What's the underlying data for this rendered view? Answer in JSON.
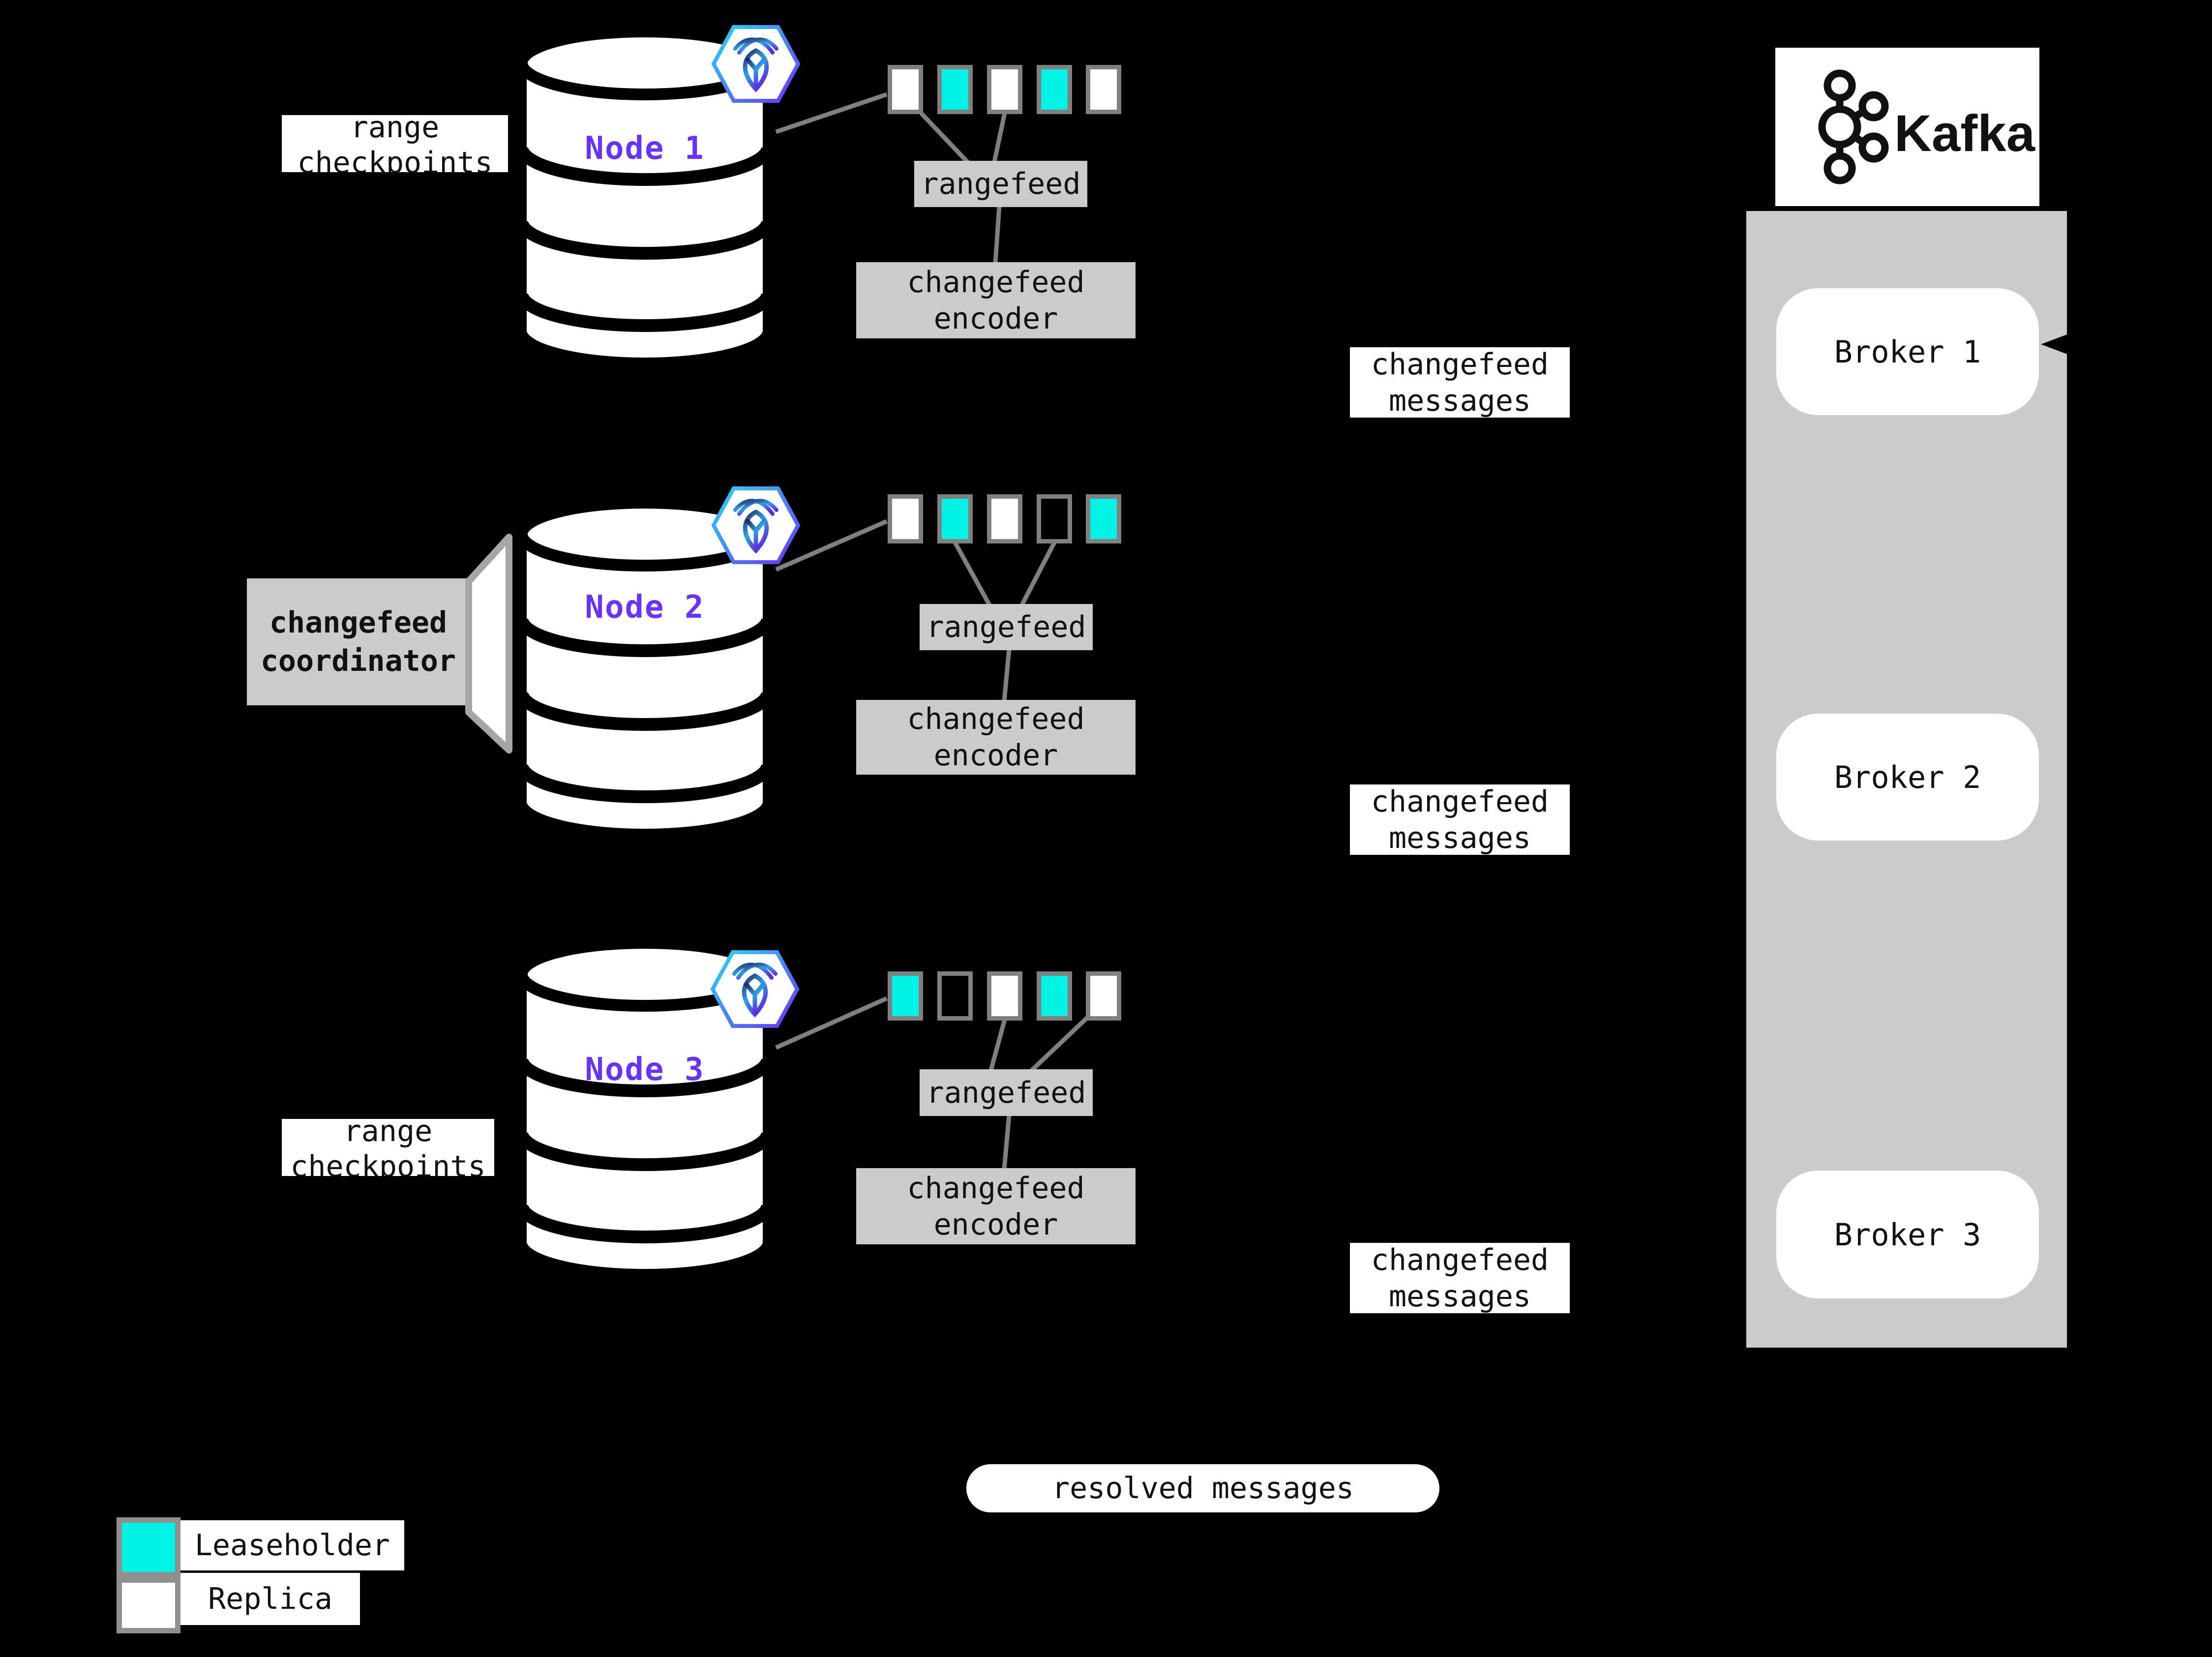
{
  "diagram": {
    "checkpoint_label": {
      "line1": "range",
      "line2": "checkpoints"
    },
    "coordinator": {
      "line1": "changefeed",
      "line2": "coordinator"
    },
    "rangefeed_label": "rangefeed",
    "encoder_label": {
      "line1": "changefeed",
      "line2": "encoder"
    },
    "messages_label": {
      "line1": "changefeed",
      "line2": "messages"
    },
    "resolved_label": "resolved messages",
    "nodes": [
      {
        "name": "Node 1",
        "ranges": [
          "replica",
          "leaseholder",
          "replica",
          "leaseholder",
          "replica"
        ]
      },
      {
        "name": "Node 2",
        "ranges": [
          "replica",
          "leaseholder",
          "replica",
          "empty",
          "leaseholder"
        ]
      },
      {
        "name": "Node 3",
        "ranges": [
          "leaseholder",
          "empty",
          "replica",
          "leaseholder",
          "replica"
        ]
      }
    ],
    "kafka": {
      "title": "Kafka",
      "brokers": [
        "Broker 1",
        "Broker 2",
        "Broker 3"
      ]
    },
    "legend": {
      "leaseholder": "Leaseholder",
      "replica": "Replica"
    },
    "icons": {
      "node_badge": "cockroachdb-icon",
      "kafka_logo": "kafka-logo-icon"
    },
    "colors": {
      "leaseholder_cyan": "#00F2E5",
      "replica_white": "#FFFFFF",
      "node_label_purple": "#6933FF",
      "container_gray": "#CBCBCB",
      "line_gray": "#808080",
      "background": "#000000"
    }
  }
}
